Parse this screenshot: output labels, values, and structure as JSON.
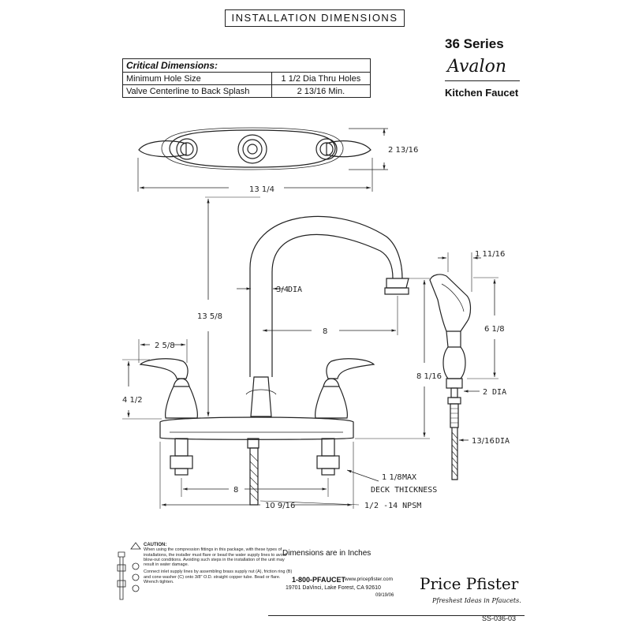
{
  "header": {
    "banner": "INSTALLATION DIMENSIONS",
    "series": "36 Series",
    "brand": "Avalon",
    "product_type": "Kitchen Faucet"
  },
  "critical_table": {
    "title": "Critical Dimensions:",
    "rows": [
      {
        "label": "Minimum Hole Size",
        "value": "1 1/2 Dia Thru Holes"
      },
      {
        "label": "Valve Centerline to Back Splash",
        "value": "2 13/16 Min."
      }
    ]
  },
  "dimensions": {
    "top_width": "13 1/4",
    "top_depth": "2 13/16",
    "spout_height": "13 5/8",
    "spout_dia": "3/4",
    "dia_word": "DIA",
    "spout_reach": "8",
    "handle_height": "4 1/2",
    "handle_width": "2 5/8",
    "center_spacing": "8",
    "overall_width": "10 9/16",
    "max_deck_line1": "1 1/8",
    "max_word": "MAX",
    "deck_thickness": "DECK THICKNESS",
    "npsm": "1/2 -14 NPSM",
    "faucet_height": "8 1/16",
    "sprayer_width": "1 11/16",
    "sprayer_height": "6 1/8",
    "sprayer_dia": "2 DIA",
    "hose_dia": "13/16"
  },
  "footer": {
    "units_note": "Dimensions are in Inches",
    "caution_title": "CAUTION:",
    "caution_text": "When using the compression fittings in this package, with these types of installations, the installer must flare or bead the water supply lines to avoid blow-out conditions. Avoiding such steps in the installation of the unit may result in water damage.",
    "connect_text": "Connect inlet supply lines by assembling brass supply nut (A), friction ring (B) and cone washer (C) onto 3/8\" O.D. straight copper tube. Bead or flare. Wrench tighten.",
    "phone": "1-800-PFAUCET",
    "website": "www.pricepfister.com",
    "address": "19701 DaVinci, Lake Forest, CA  92610",
    "date": "09/19/06",
    "company": "Price Pfister",
    "tagline": "Pfreshest Ideas in Pfaucets.",
    "doc_number": "SS-036-03"
  }
}
